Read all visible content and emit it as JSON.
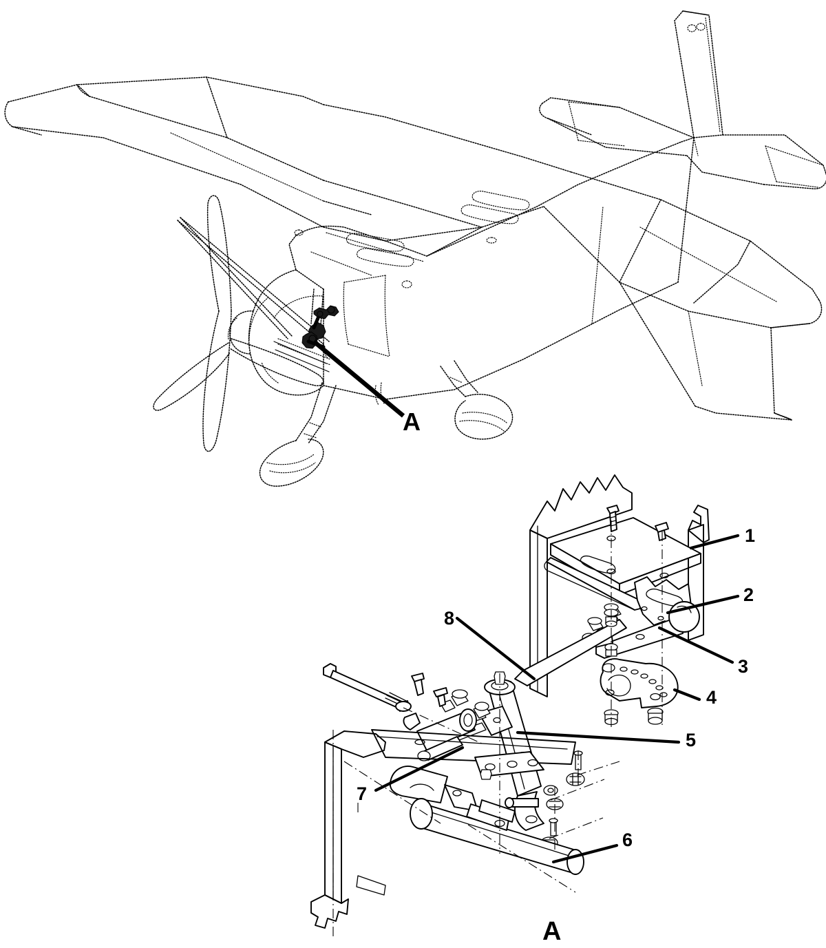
{
  "figure": {
    "type": "technical-illustration",
    "subject": "Nose landing gear / shimmy damper installation",
    "views": [
      {
        "name": "aircraft-overview",
        "label": ""
      },
      {
        "name": "detail-view",
        "label": "A"
      }
    ]
  },
  "overview": {
    "detail_callout_letter": "A",
    "aircraft": "high-wing single-engine airplane, three-view isometric"
  },
  "detail": {
    "letter": "A",
    "callouts": [
      {
        "id": "1",
        "label": "1"
      },
      {
        "id": "2",
        "label": "2"
      },
      {
        "id": "3",
        "label": "3"
      },
      {
        "id": "4",
        "label": "4"
      },
      {
        "id": "5",
        "label": "5"
      },
      {
        "id": "6",
        "label": "6"
      },
      {
        "id": "7",
        "label": "7"
      },
      {
        "id": "8",
        "label": "8"
      }
    ]
  },
  "colors": {
    "ink": "#000000",
    "paper": "#ffffff",
    "highlight": "#1a1a1a"
  }
}
